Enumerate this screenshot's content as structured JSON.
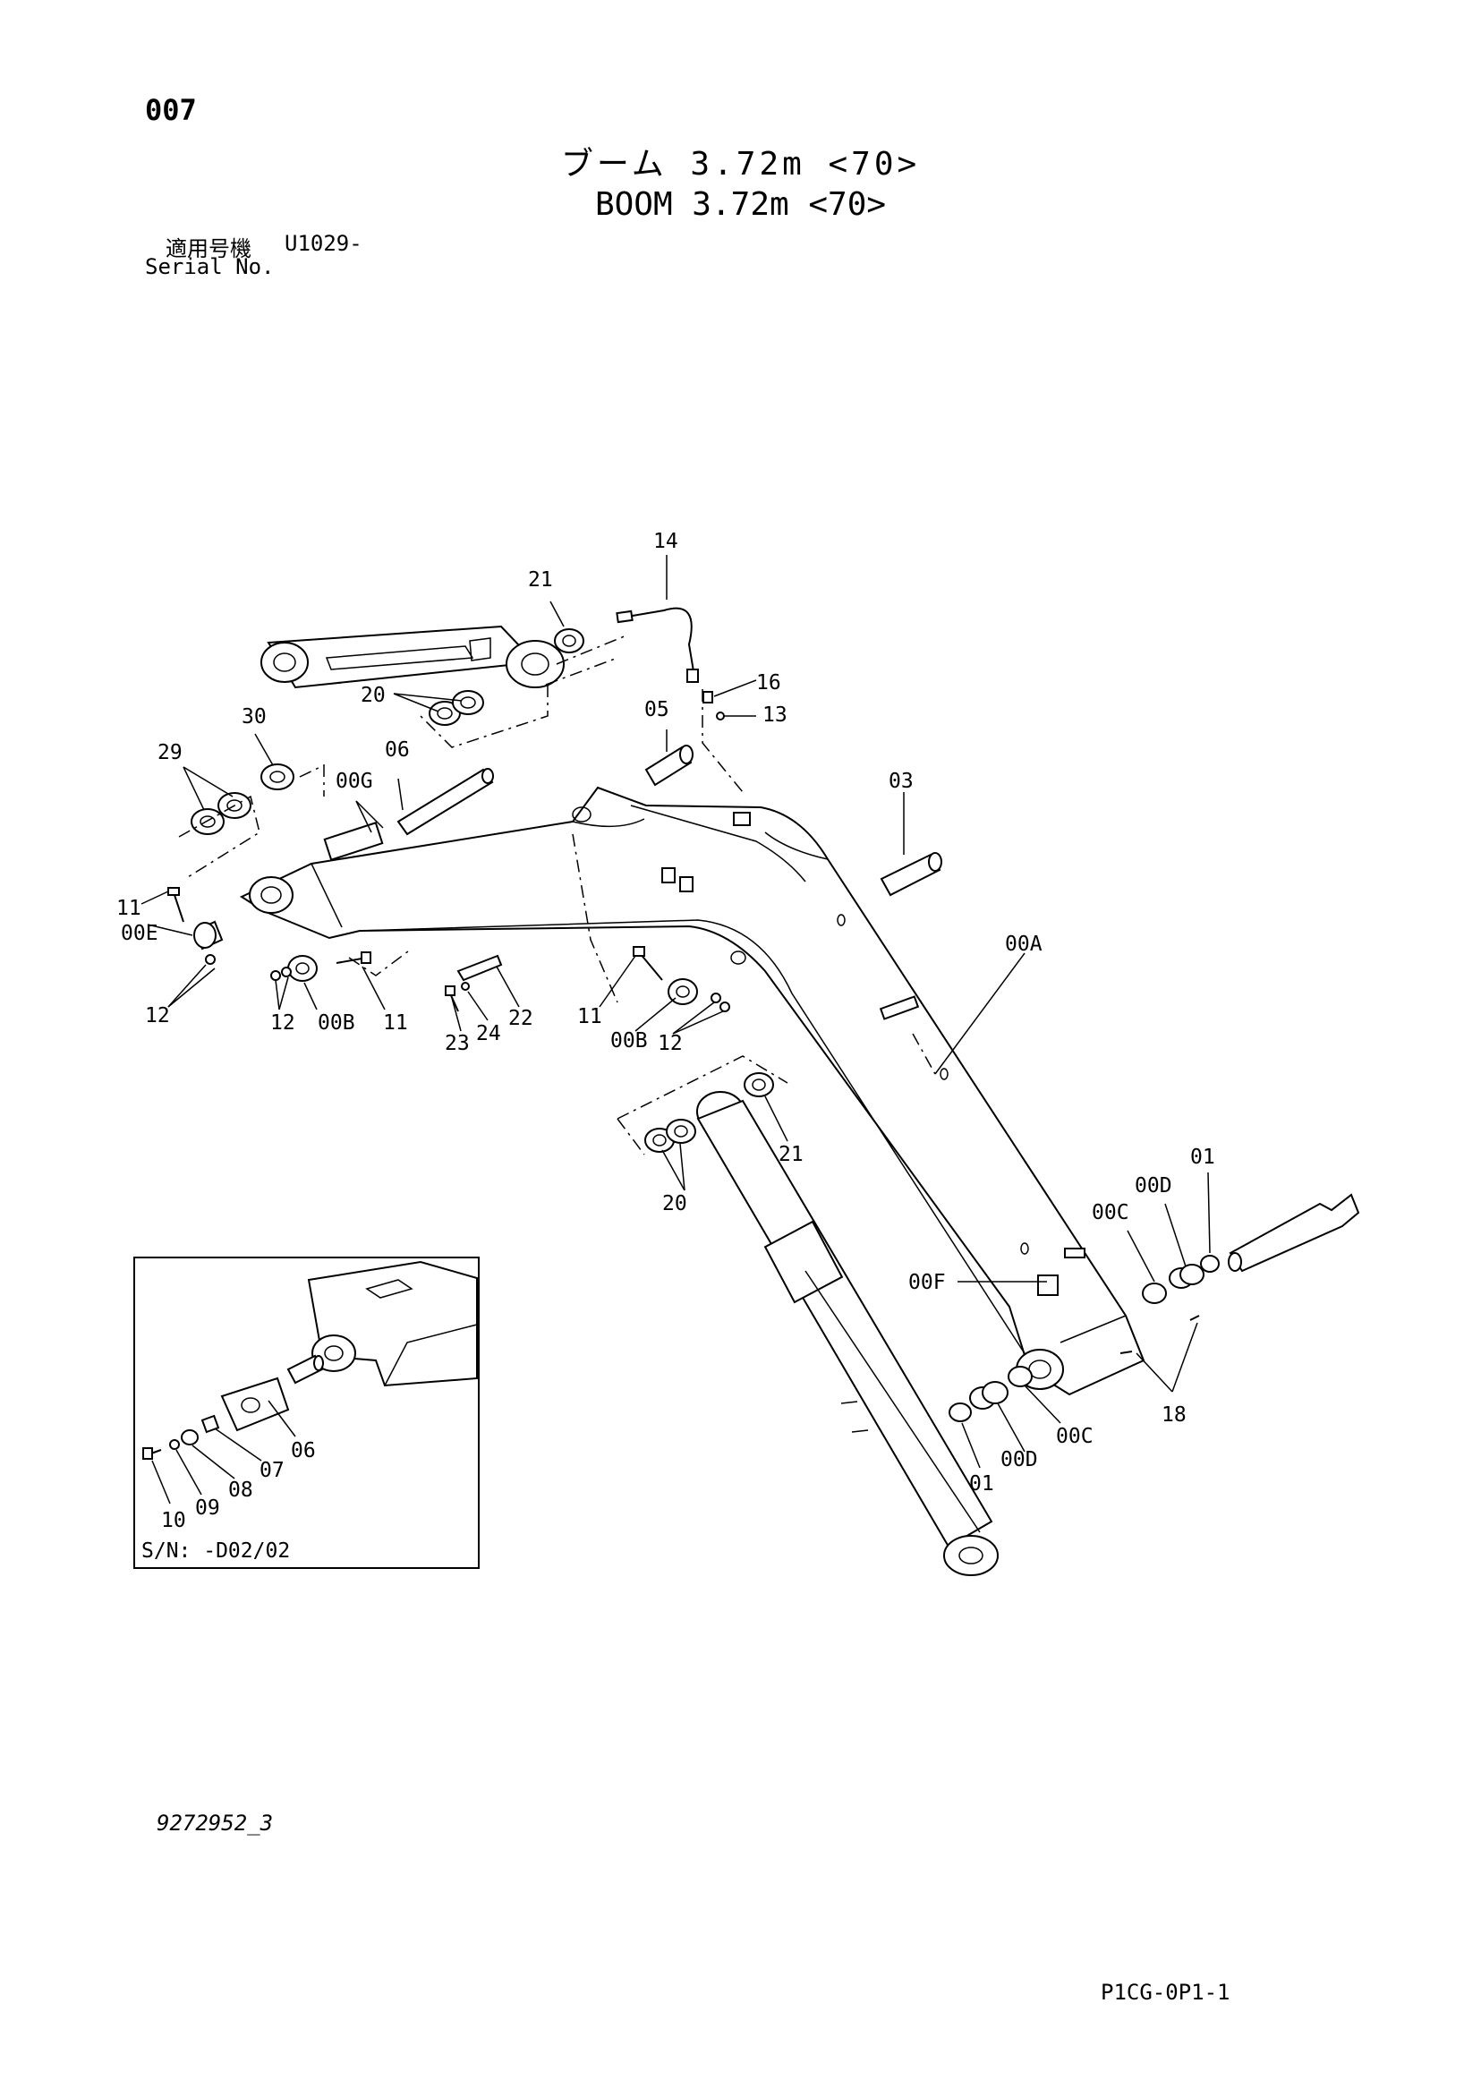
{
  "header": {
    "page_number": "007",
    "title_jp": "ブーム 3.72m <70>",
    "title_en": "BOOM 3.72m <70>",
    "serial_label_jp": "適用号機",
    "serial_value": "U1029-",
    "serial_label_en": "Serial No."
  },
  "callouts": {
    "c14": "14",
    "c21a": "21",
    "c20a": "20",
    "c30": "30",
    "c29": "29",
    "c06a": "06",
    "c00G": "00G",
    "c16": "16",
    "c13": "13",
    "c05": "05",
    "c03": "03",
    "c11a": "11",
    "c00E": "00E",
    "c12a": "12",
    "c12b": "12",
    "c00Ba": "00B",
    "c11b": "11",
    "c22": "22",
    "c24": "24",
    "c23": "23",
    "c11c": "11",
    "c00Bb": "00B",
    "c12c": "12",
    "c00A": "00A",
    "c21b": "21",
    "c20b": "20",
    "c01a": "01",
    "c00Da": "00D",
    "c00Ca": "00C",
    "c00F": "00F",
    "c18": "18",
    "c00Cb": "00C",
    "c00Db": "00D",
    "c01b": "01"
  },
  "inset": {
    "label": "S/N: -D02/02",
    "callouts": {
      "c06": "06",
      "c07": "07",
      "c08": "08",
      "c09": "09",
      "c10": "10"
    }
  },
  "footer": {
    "drawing_number": "9272952_3",
    "page_code": "P1CG-0P1-1"
  }
}
